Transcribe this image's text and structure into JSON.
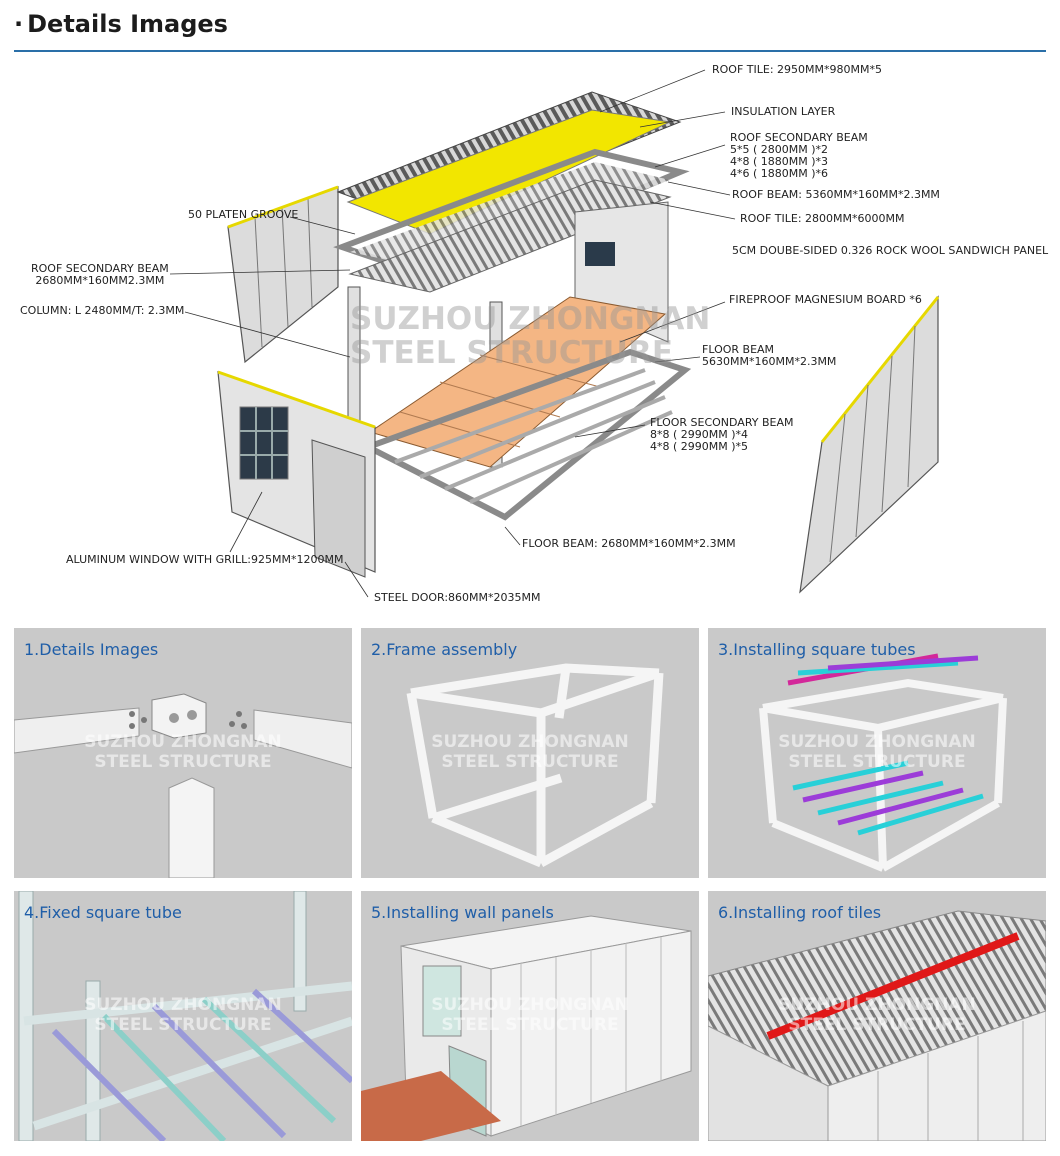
{
  "header": {
    "dot": "·",
    "title": "Details Images"
  },
  "watermark": {
    "line1": "SUZHOU ZHONGNAN",
    "line2": "STEEL STRUCTURE"
  },
  "labels": {
    "roof_tile_top": "ROOF TILE: 2950MM*980MM*5",
    "insulation": "INSULATION LAYER",
    "roof_secondary_beam_r": "ROOF SECONDARY BEAM\n5*5 ( 2800MM )*2\n4*8 ( 1880MM )*3\n4*6 ( 1880MM )*6",
    "roof_beam": "ROOF BEAM: 5360MM*160MM*2.3MM",
    "roof_tile_2": "ROOF TILE: 2800MM*6000MM",
    "platen": "50 PLATEN GROOVE",
    "sandwich": "5CM DOUBE-SIDED 0.326 ROCK WOOL SANDWICH PANEL",
    "roof_secondary_beam_l": "ROOF SECONDARY BEAM\n2680MM*160MM2.3MM",
    "fireproof": "FIREPROOF MAGNESIUM BOARD *6",
    "column": "COLUMN: L 2480MM/T: 2.3MM",
    "floor_beam_r": "FLOOR BEAM\n5630MM*160MM*2.3MM",
    "floor_secondary": "FLOOR SECONDARY BEAM\n8*8 ( 2990MM )*4\n4*8 ( 2990MM )*5",
    "floor_beam_b": "FLOOR BEAM: 2680MM*160MM*2.3MM",
    "window": "ALUMINUM WINDOW WITH GRILL:925MM*1200MM",
    "door": "STEEL DOOR:860MM*2035MM"
  },
  "panels": [
    {
      "title": "1.Details Images"
    },
    {
      "title": "2.Frame assembly"
    },
    {
      "title": "3.Installing square tubes"
    },
    {
      "title": "4.Fixed square tube"
    },
    {
      "title": "5.Installing wall panels"
    },
    {
      "title": "6.Installing roof tiles"
    }
  ],
  "colors": {
    "accent": "#2a6fa8",
    "panel_title": "#1f5ea8",
    "insulation": "#f2e600",
    "floor_board": "#f4b684",
    "roof_tile": "#5a5a5a"
  }
}
